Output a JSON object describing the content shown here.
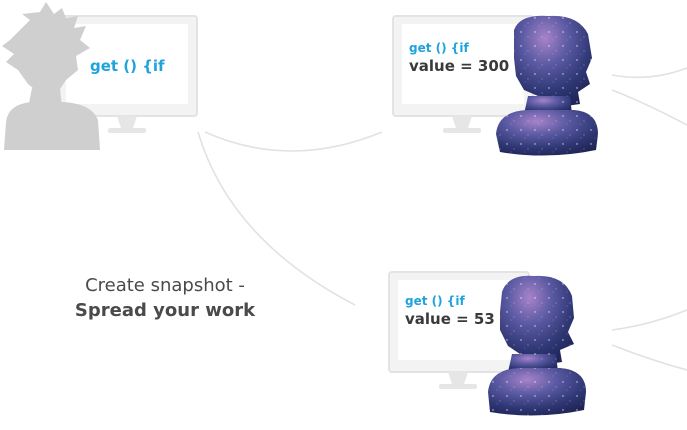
{
  "caption": {
    "line1": "Create snapshot -",
    "line2": "Spread your work"
  },
  "computers": [
    {
      "code": "get () {if",
      "value": ""
    },
    {
      "code": "get () {if",
      "value": "value = 300"
    },
    {
      "code": "get () {if",
      "value": "value = 53"
    }
  ],
  "colors": {
    "code_text": "#1fa3dc",
    "value_text": "#3a3a3a",
    "monitor": "#eeeeee",
    "monitor_outline": "#d9d9d9",
    "connector": "#e0e0e0",
    "silhouette_gray": "#cfcfcf",
    "galaxy_dark": "#2a2f66",
    "galaxy_light": "#8a6fb8"
  },
  "icons": {
    "developer_local": "person-gray-silhouette-icon",
    "developer_remote": "person-galaxy-silhouette-icon",
    "monitor": "monitor-icon"
  }
}
